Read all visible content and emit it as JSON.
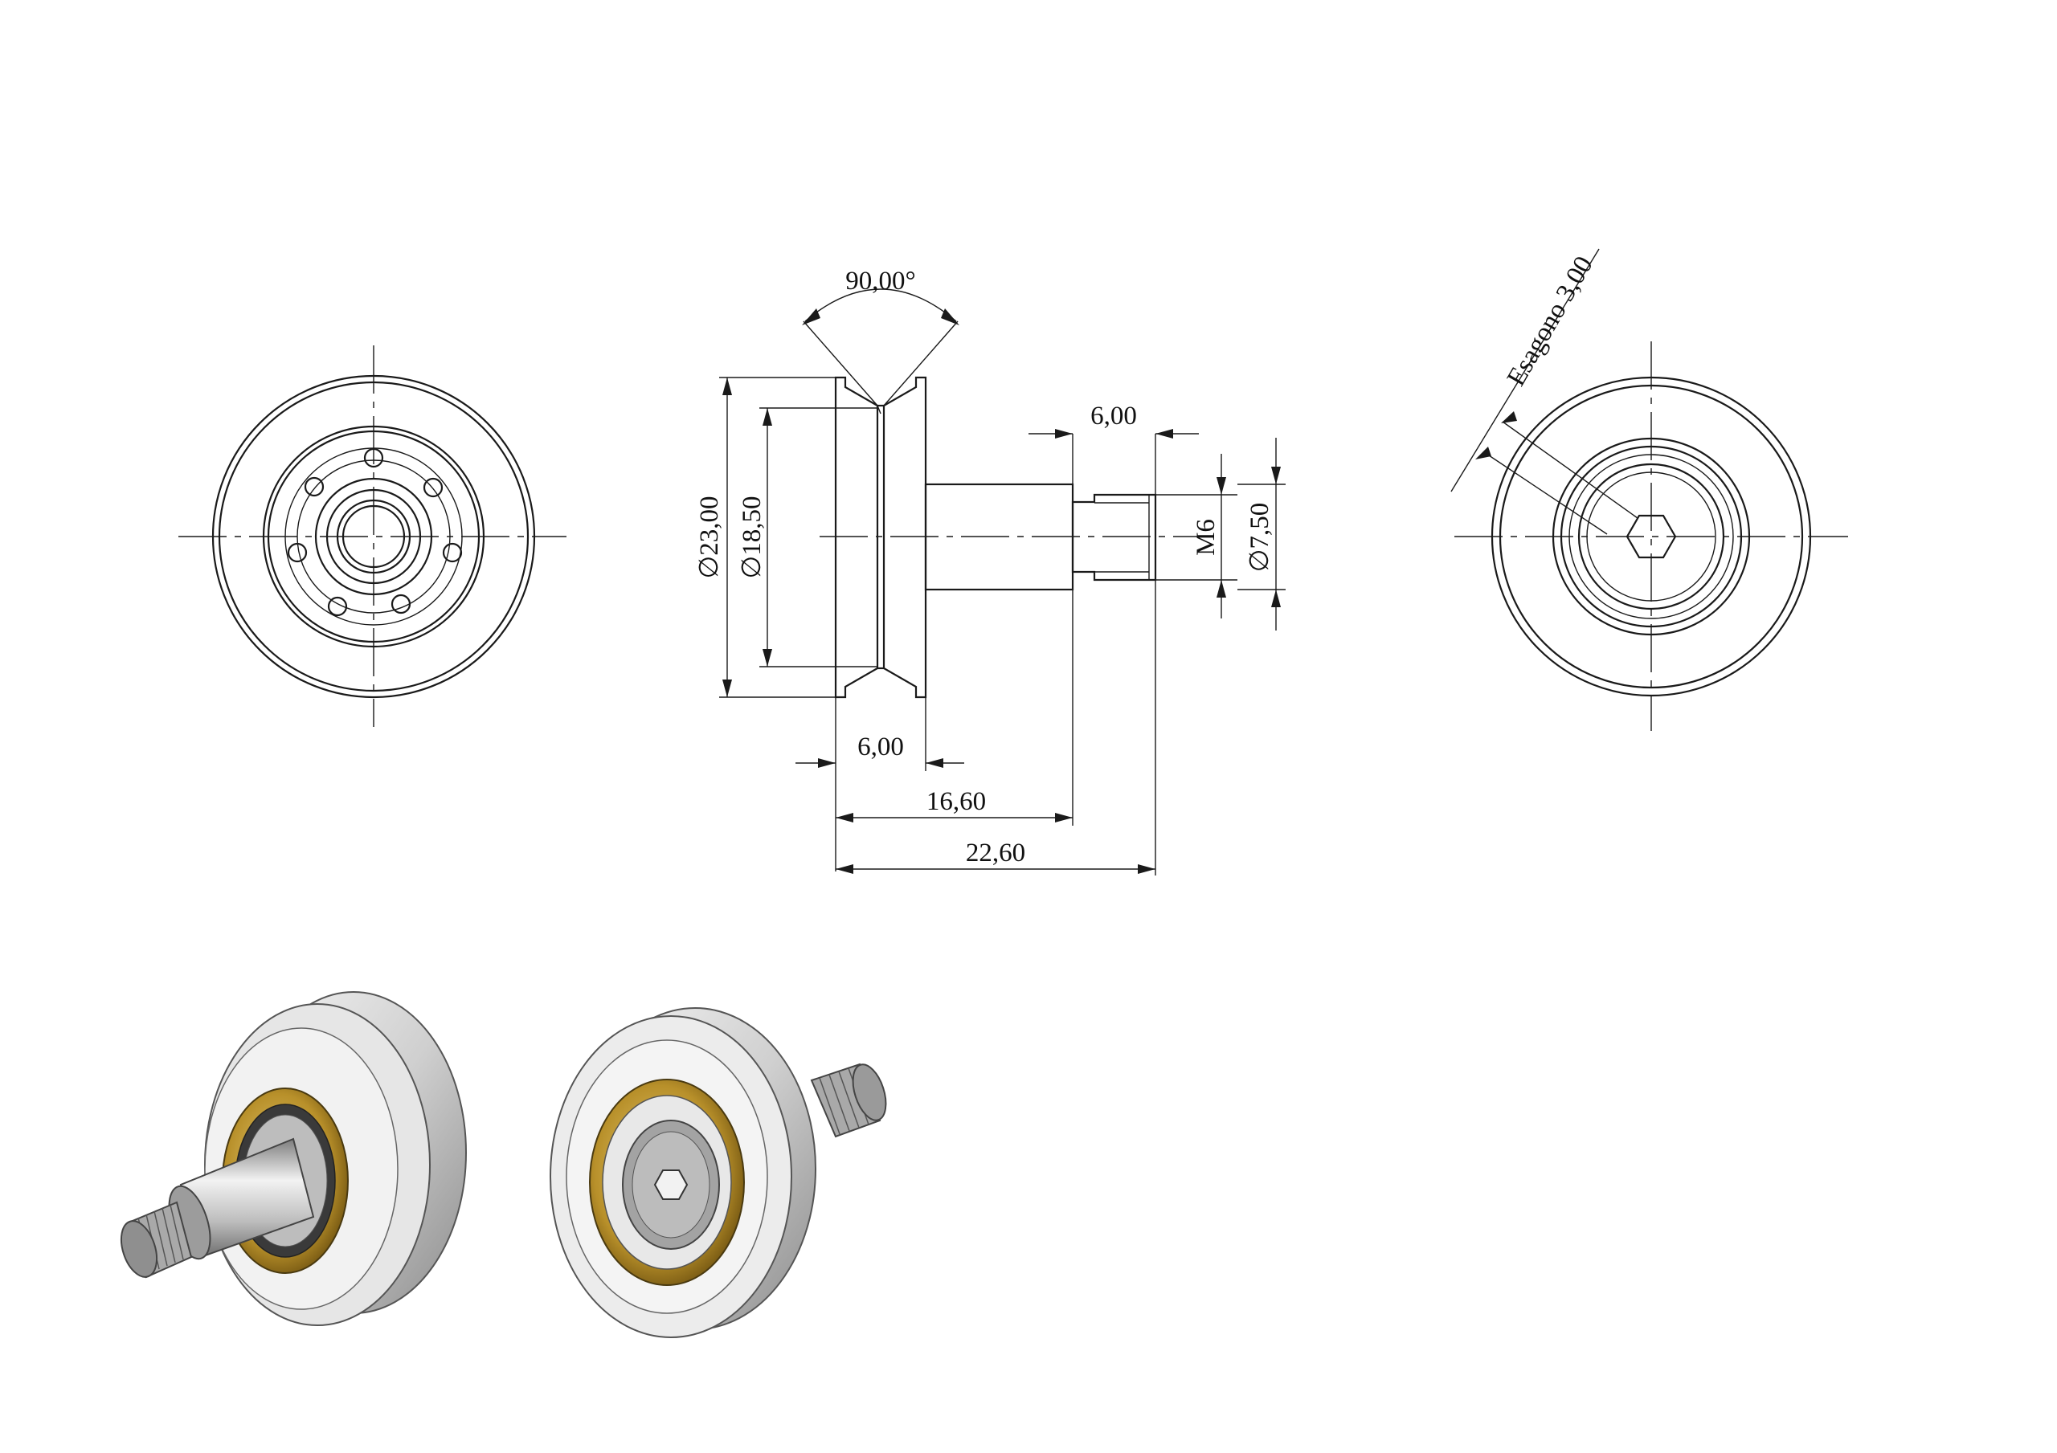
{
  "drawing": {
    "dimensions": {
      "groove_angle": "90,00°",
      "outer_diameter": "∅23,00",
      "groove_diameter": "∅18,50",
      "wheel_width": "6,00",
      "thread_length": "6,00",
      "shoulder_length": "16,60",
      "overall_length": "22,60",
      "thread_size": "M6",
      "shaft_diameter": "∅7,50",
      "hex_socket": "Esagono 3,00"
    },
    "views": {
      "front_view": "bearing-side-view",
      "side_view": "profile-view",
      "rear_view": "hex-socket-view",
      "iso_left": "isometric-shaft-side",
      "iso_right": "isometric-hex-side"
    },
    "colors": {
      "line": "#1a1a1a",
      "brass": "#b8902a",
      "steel": "#c9c9c9"
    }
  }
}
